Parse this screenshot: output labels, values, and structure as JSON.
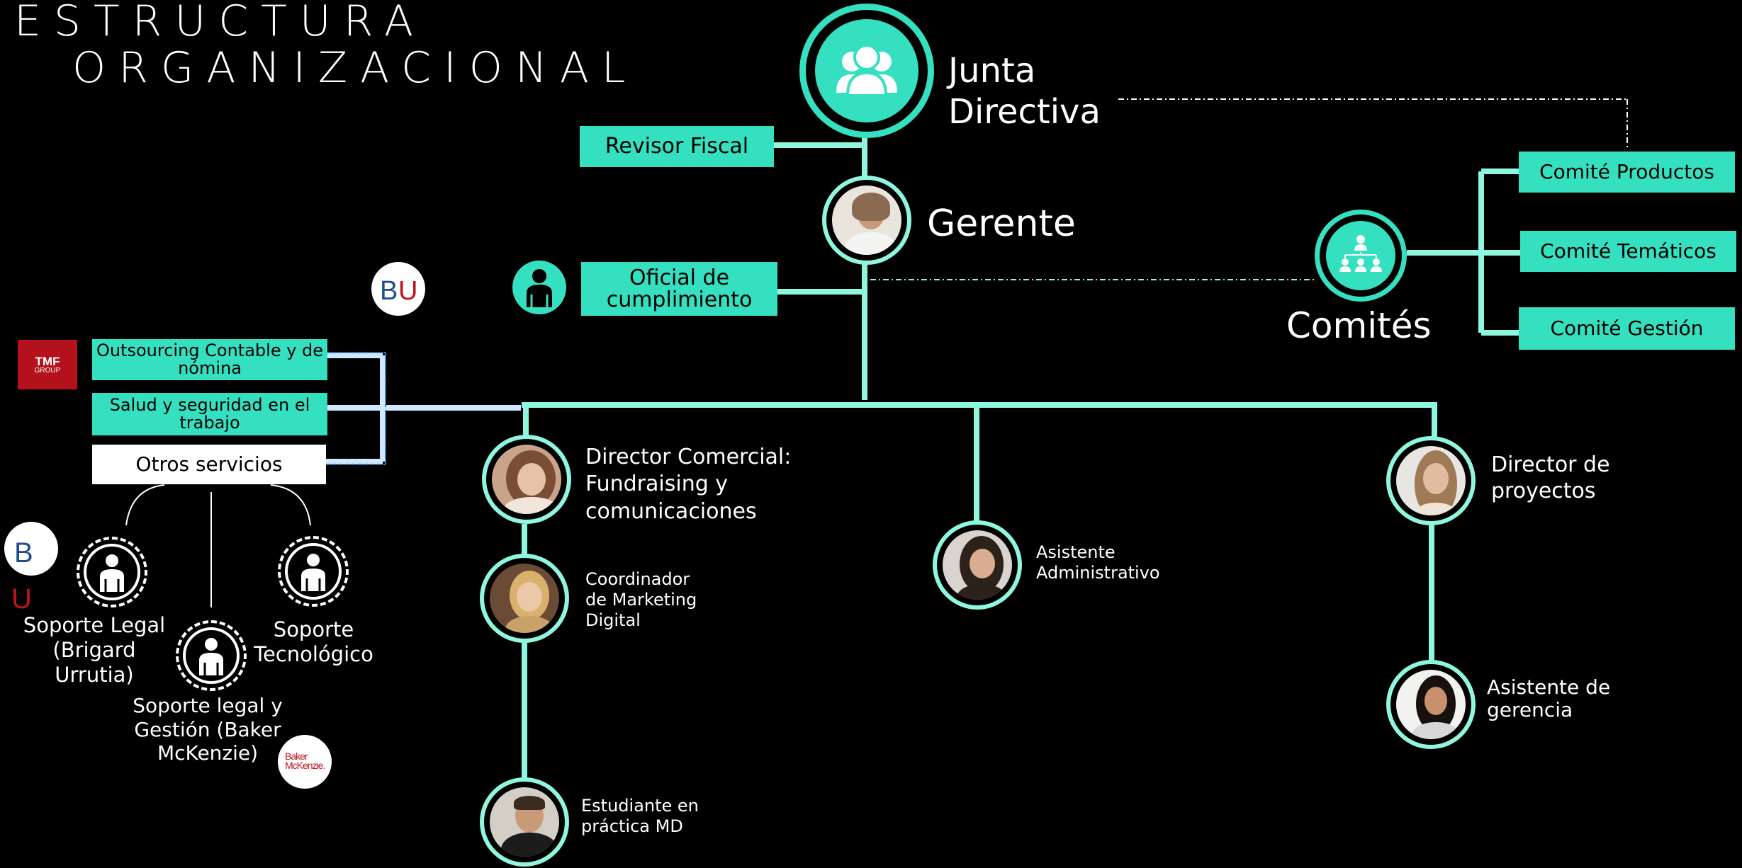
{
  "title": {
    "line1": "ESTRUCTURA",
    "line2": "ORGANIZACIONAL"
  },
  "colors": {
    "accent": "#35e0c0",
    "line": "#8ff6df",
    "background": "#000000"
  },
  "board": {
    "label": "Junta Directiva",
    "icon": "group-icon"
  },
  "revisor": {
    "label": "Revisor Fiscal"
  },
  "gerente": {
    "label": "Gerente"
  },
  "oficial": {
    "label": "Oficial de cumplimiento",
    "icon": "person-icon"
  },
  "comites": {
    "label": "Comités",
    "icon": "hierarchy-icon",
    "items": [
      "Comité Productos",
      "Comité Temáticos",
      "Comité Gestión"
    ]
  },
  "services": {
    "items": [
      "Outsourcing Contable y de nómina",
      "Salud y seguridad en el trabajo",
      "Otros servicios"
    ],
    "logos": {
      "tmf_main": "TMF",
      "tmf_sub": "GROUP",
      "bu_b": "B",
      "bu_u": "U",
      "baker": "Baker McKenzie."
    },
    "support": [
      {
        "label": "Soporte Legal (Brigard Urrutia)"
      },
      {
        "label": "Soporte legal y Gestión  (Baker McKenzie)"
      },
      {
        "label": "Soporte Tecnológico"
      }
    ]
  },
  "staff": {
    "director_comercial": "Director Comercial: Fundraising y comunicaciones",
    "coordinador": "Coordinador de Marketing Digital",
    "estudiante": "Estudiante en práctica MD",
    "asistente_admin": "Asistente Administrativo",
    "director_proyectos": "Director de proyectos",
    "asistente_gerencia": "Asistente de gerencia"
  }
}
